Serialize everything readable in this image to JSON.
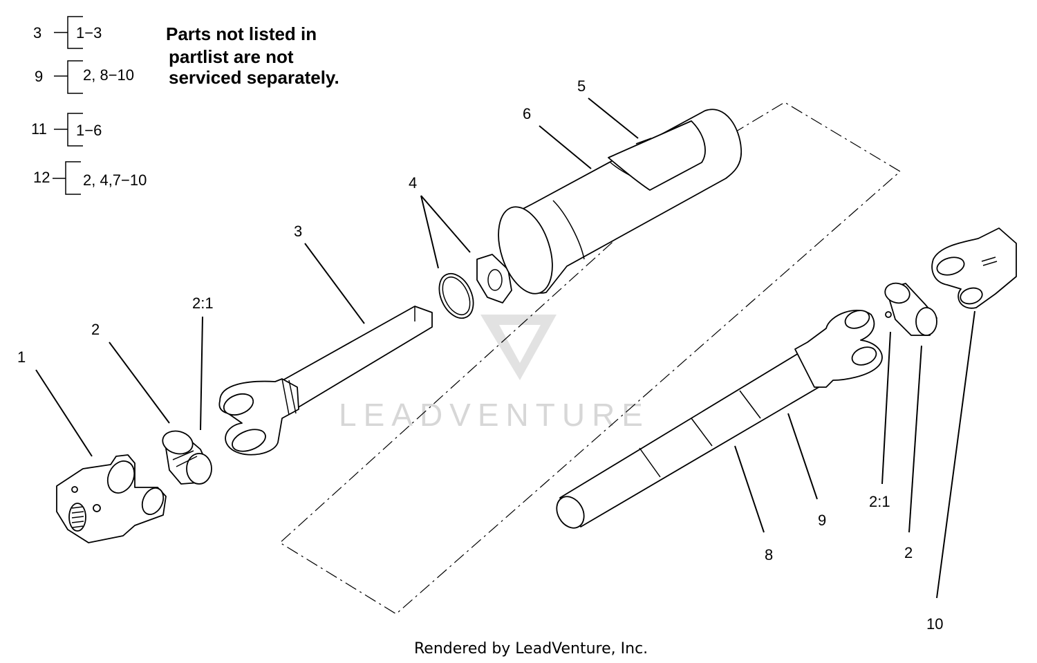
{
  "legend": [
    {
      "ref": "3",
      "range": "1−3"
    },
    {
      "ref": "9",
      "range": "2, 8−10"
    },
    {
      "ref": "11",
      "range": "1−6"
    },
    {
      "ref": "12",
      "range": "2, 4,7−10"
    }
  ],
  "note": {
    "line1": "Parts not listed in",
    "line2": "partlist are not",
    "line3": "serviced separately."
  },
  "callouts": {
    "c1": "1",
    "c2_left": "2",
    "c2_1_left": "2:1",
    "c3": "3",
    "c4": "4",
    "c5": "5",
    "c6": "6",
    "c8": "8",
    "c9": "9",
    "c2_1_right": "2:1",
    "c2_right": "2",
    "c10": "10"
  },
  "watermark": "LEADVENTURE",
  "footer": "Rendered by LeadVenture, Inc."
}
